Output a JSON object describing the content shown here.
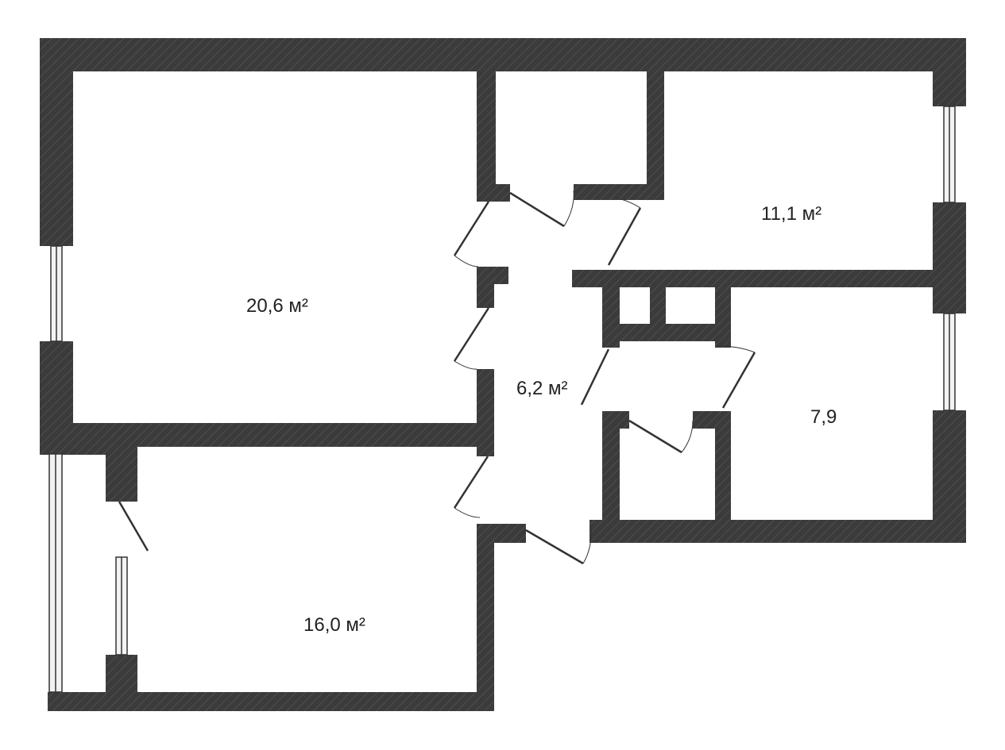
{
  "plan": {
    "wall_color": "#3b3b3b",
    "floor_color": "#ffffff",
    "window_color": "#f2f2f2",
    "door_line_color": "#333333",
    "rooms": [
      {
        "id": "living",
        "area": "20,6 м²"
      },
      {
        "id": "bedroom-top-right",
        "area": "11,1 м²"
      },
      {
        "id": "hallway",
        "area": "6,2 м²"
      },
      {
        "id": "room-right",
        "area": "7,9"
      },
      {
        "id": "bedroom-bottom",
        "area": "16,0 м²"
      }
    ]
  }
}
